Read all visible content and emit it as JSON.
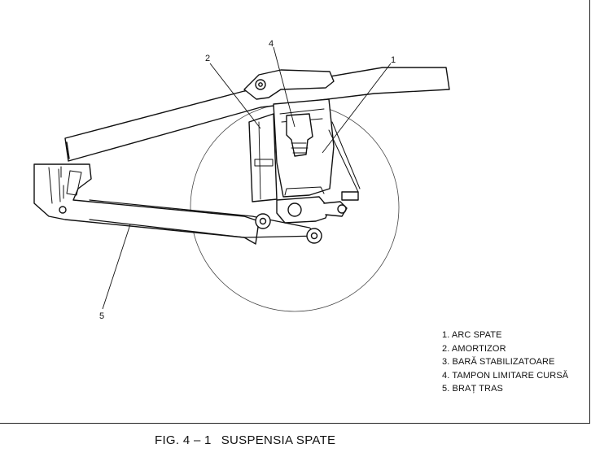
{
  "callouts": {
    "c1": "1",
    "c2": "2",
    "c4": "4",
    "c5": "5"
  },
  "legend": [
    {
      "text": "1. ARC SPATE"
    },
    {
      "text": "2. AMORTIZOR"
    },
    {
      "text": "3. BARĂ STABILIZATOARE"
    },
    {
      "text": "4. TAMPON LIMITARE CURSĂ"
    },
    {
      "text": "5. BRAȚ TRAS"
    }
  ],
  "caption": {
    "figure_number": "FIG. 4 – 1",
    "title": "SUSPENSIA SPATE"
  },
  "colors": {
    "ink": "#111111",
    "paper": "#ffffff"
  }
}
